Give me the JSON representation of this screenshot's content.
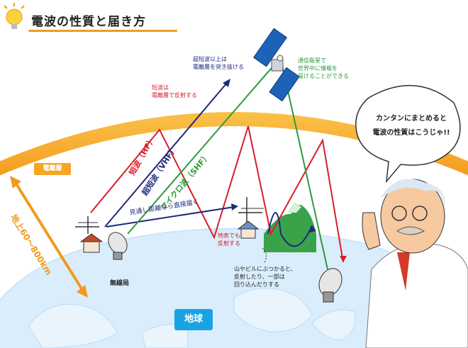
{
  "title": "電波の性質と届き方",
  "ionosphere_label": "電離層",
  "height_label": "地上60〜800km",
  "earth_label": "地球",
  "station_label": "無線局",
  "wave_labels": {
    "hf": "短波（HF）",
    "vhf": "超短波（VHF）",
    "shf": "マイクロ波（SHF）"
  },
  "notes": {
    "shortwave": [
      "短波は",
      "電離層で反射する"
    ],
    "vhf_through": [
      "超短波以上は",
      "電離層を突き抜ける"
    ],
    "satellite": [
      "通信衛星で",
      "世界中に情報を",
      "届けることができる"
    ],
    "line_of_sight": "見通し距離なら直接届く",
    "ground_reflect": [
      "地表でも",
      "反射する"
    ],
    "mountain": [
      "山やビルにぶつかると、",
      "反射したり、一部は",
      "回り込んだりする"
    ]
  },
  "speech_bubble": [
    "カンタンにまとめると",
    "電波の性質はこうじゃ!!"
  ],
  "colors": {
    "accent": "#f29a1d",
    "hf": "#d81e2a",
    "vhf": "#1f2a7a",
    "shf": "#2e9a3c",
    "earth_label": "#1aa3e3"
  },
  "icons": [
    "lightbulb-icon",
    "satellite-icon",
    "antenna-icon",
    "dish-antenna-icon",
    "professor-illustration"
  ]
}
